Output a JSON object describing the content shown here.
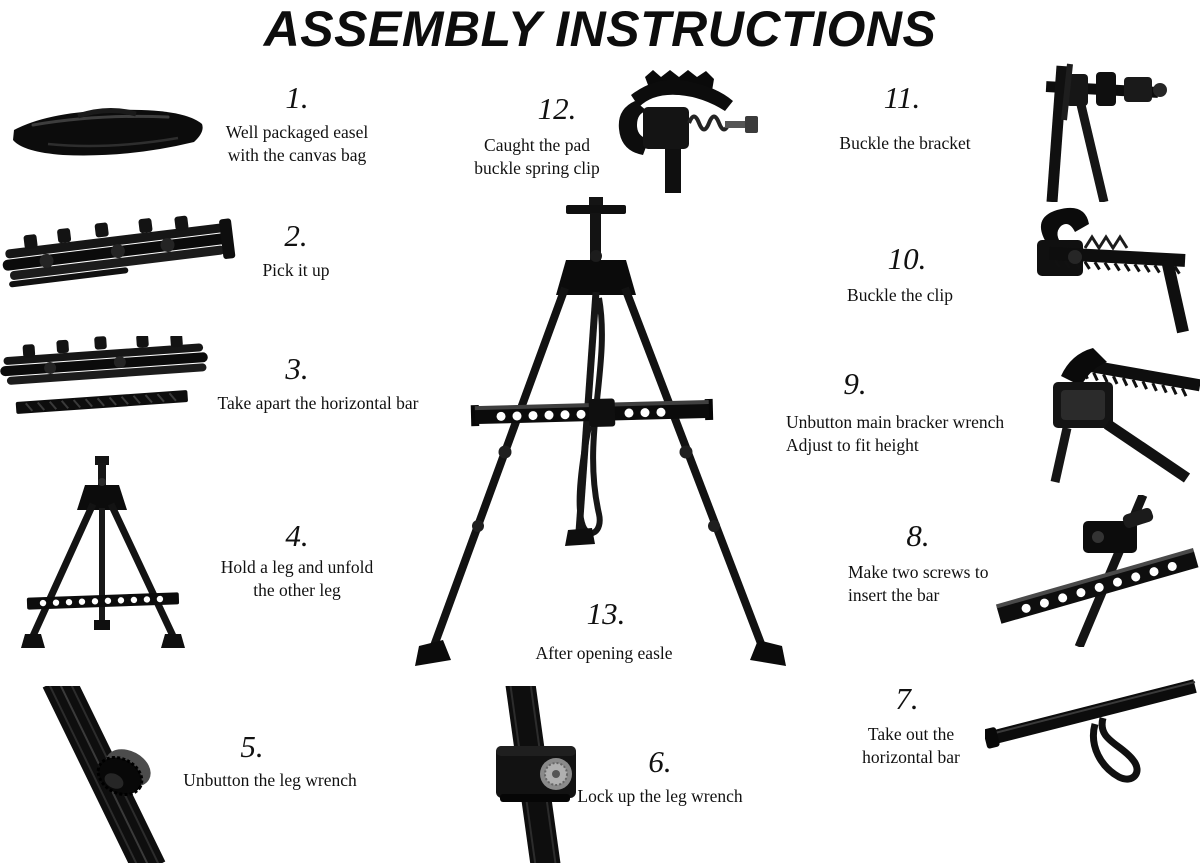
{
  "title": "ASSEMBLY INSTRUCTIONS",
  "steps": [
    {
      "num": "1.",
      "caption": "Well packaged easel\nwith the canvas bag"
    },
    {
      "num": "2.",
      "caption": "Pick it up"
    },
    {
      "num": "3.",
      "caption": "Take apart the horizontal bar"
    },
    {
      "num": "4.",
      "caption": "Hold a leg and unfold\nthe other leg"
    },
    {
      "num": "5.",
      "caption": "Unbutton the leg wrench"
    },
    {
      "num": "6.",
      "caption": "Lock up the leg wrench"
    },
    {
      "num": "7.",
      "caption": "Take out the\nhorizontal bar"
    },
    {
      "num": "8.",
      "caption": "Make two screws to\ninsert the bar"
    },
    {
      "num": "9.",
      "caption": "Unbutton main bracker wrench\nAdjust to fit height"
    },
    {
      "num": "10.",
      "caption": "Buckle the clip"
    },
    {
      "num": "11.",
      "caption": "Buckle the bracket"
    },
    {
      "num": "12.",
      "caption": "Caught the pad\nbuckle spring clip"
    },
    {
      "num": "13.",
      "caption": "After opening easle"
    }
  ],
  "colors": {
    "ink": "#111111",
    "background": "#ffffff"
  }
}
